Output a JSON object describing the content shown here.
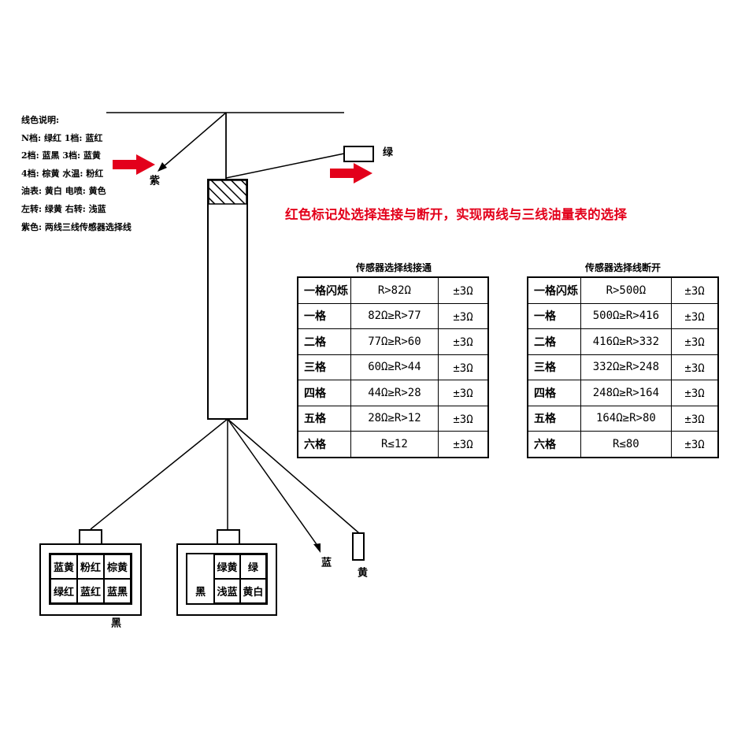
{
  "legend": {
    "title": "线色说明:",
    "lines": [
      "N档: 绿红  1档: 蓝红",
      "2档: 蓝黑  3档: 蓝黄",
      "4档: 棕黄  水温: 粉红",
      "油表: 黄白  电喷: 黄色",
      "左转: 绿黄  右转: 浅蓝",
      "紫色: 两线三线传感器选择线"
    ]
  },
  "wire_labels": {
    "purple": "紫",
    "green_top": "绿",
    "blue": "蓝",
    "yellow": "黄",
    "black_left": "黑"
  },
  "headline": "红色标记处选择连接与断开，实现两线与三线油量表的选择",
  "table_connected": {
    "title": "传感器选择线接通",
    "rows": [
      {
        "level": "一格闪烁",
        "range": "R>82Ω",
        "tol": "±3Ω"
      },
      {
        "level": "一格",
        "range": "82Ω≥R>77",
        "tol": "±3Ω"
      },
      {
        "level": "二格",
        "range": "77Ω≥R>60",
        "tol": "±3Ω"
      },
      {
        "level": "三格",
        "range": "60Ω≥R>44",
        "tol": "±3Ω"
      },
      {
        "level": "四格",
        "range": "44Ω≥R>28",
        "tol": "±3Ω"
      },
      {
        "level": "五格",
        "range": "28Ω≥R>12",
        "tol": "±3Ω"
      },
      {
        "level": "六格",
        "range": "R≤12",
        "tol": "±3Ω"
      }
    ]
  },
  "table_disconnected": {
    "title": "传感器选择线断开",
    "rows": [
      {
        "level": "一格闪烁",
        "range": "R>500Ω",
        "tol": "±3Ω"
      },
      {
        "level": "一格",
        "range": "500Ω≥R>416",
        "tol": "±3Ω"
      },
      {
        "level": "二格",
        "range": "416Ω≥R>332",
        "tol": "±3Ω"
      },
      {
        "level": "三格",
        "range": "332Ω≥R>248",
        "tol": "±3Ω"
      },
      {
        "level": "四格",
        "range": "248Ω≥R>164",
        "tol": "±3Ω"
      },
      {
        "level": "五格",
        "range": "164Ω≥R>80",
        "tol": "±3Ω"
      },
      {
        "level": "六格",
        "range": "R≤80",
        "tol": "±3Ω"
      }
    ]
  },
  "connector_left": {
    "row1": [
      "蓝黄",
      "粉红",
      "棕黄"
    ],
    "row2": [
      "绿红",
      "蓝红",
      "蓝黑"
    ]
  },
  "connector_mid": {
    "row1": [
      "",
      "绿黄",
      "绿"
    ],
    "row2": [
      "黑",
      "浅蓝",
      "黄白"
    ]
  },
  "colors": {
    "marker_red": "#e3001b",
    "headline_red": "#e3001b",
    "hatch": "#000000"
  }
}
